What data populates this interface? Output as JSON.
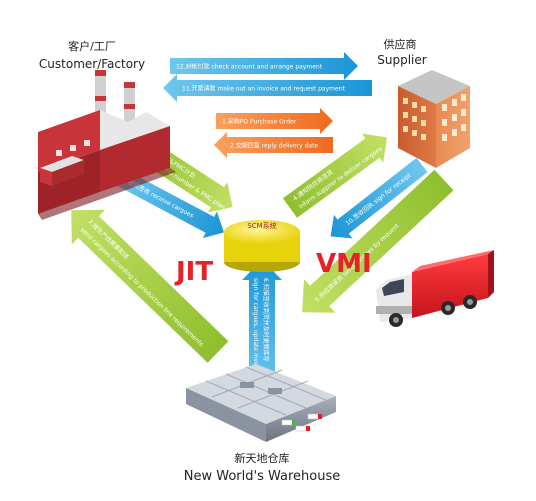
{
  "nodes": {
    "factory": {
      "label_cn": "客户/工厂",
      "label_en": "Customer/Factory"
    },
    "supplier": {
      "label_cn": "供应商",
      "label_en": "Supplier"
    },
    "scm": {
      "label": "SCM系统"
    },
    "warehouse": {
      "label_cn": "新天地仓库",
      "label_en": "New World's Warehouse"
    }
  },
  "modes": {
    "jit": "JIT",
    "vmi": "VMI"
  },
  "flows": {
    "f1": "1.采购PO  Purchase Order",
    "f2": "2.交期回复  reply delivery date",
    "f3": "3.PO 需求&PMC计划",
    "f3b": "factory 's PO number & PMC plan",
    "f4": "4.通知供应商送货",
    "f4b": "inform supplier to deliver cargoes",
    "f5": "5.供应商送货 send cargoes by request",
    "f6": "6.扫描签收到货并及时更新库存",
    "f6b": "sign for cargoes, update inventory",
    "f7": "7.按生产线需要配送",
    "f7b": "send cargoes according to production line requirements",
    "f8": "8.收货签收  receive cargoes",
    "f10": "10.签收回执  sign for receipt",
    "f11": "11.开票请款  make out an invoice and request payment",
    "f12": "12.对帐付款  check account and arrange payment"
  },
  "colors": {
    "cyan_arrow": "#2aa3dc",
    "green_arrow": "#a5cd3c",
    "orange_arrow": "#f4792d",
    "jit_red": "#e8202a",
    "scm_yellow": "#f5e21a",
    "factory_red": "#c8343a",
    "truck_red": "#e41e26"
  }
}
